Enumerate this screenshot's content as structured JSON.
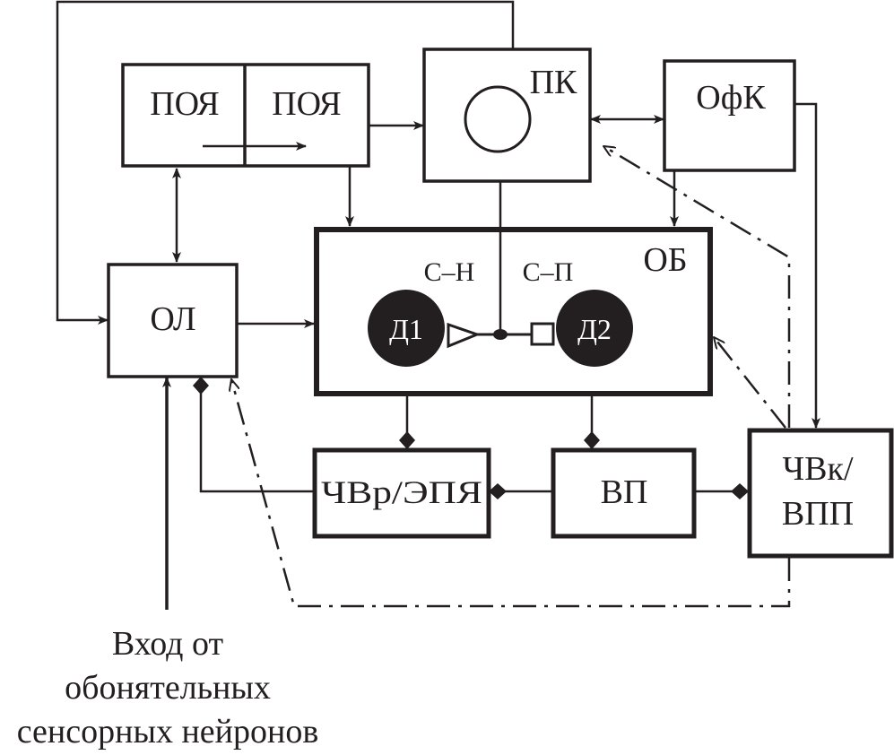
{
  "diagram": {
    "blocks": {
      "poya_left": "ПОЯ",
      "poya_right": "ПОЯ",
      "pk": "ПК",
      "ofk": "ОфК",
      "ol": "ОЛ",
      "ob": "ОБ",
      "chvr_epya": "ЧВр/ЭПЯ",
      "vp": "ВП",
      "chvk_vpp_line1": "ЧВк/",
      "chvk_vpp_line2": "ВПП"
    },
    "synapse_labels": {
      "left": "С–Н",
      "right": "С–П"
    },
    "neurons": {
      "d1": "Д1",
      "d2": "Д2"
    },
    "input_caption": {
      "line1": "Вход от",
      "line2": "обонятельных",
      "line3": "сенсорных нейронов"
    },
    "colors": {
      "ink": "#231f20",
      "background": "#ffffff"
    }
  }
}
